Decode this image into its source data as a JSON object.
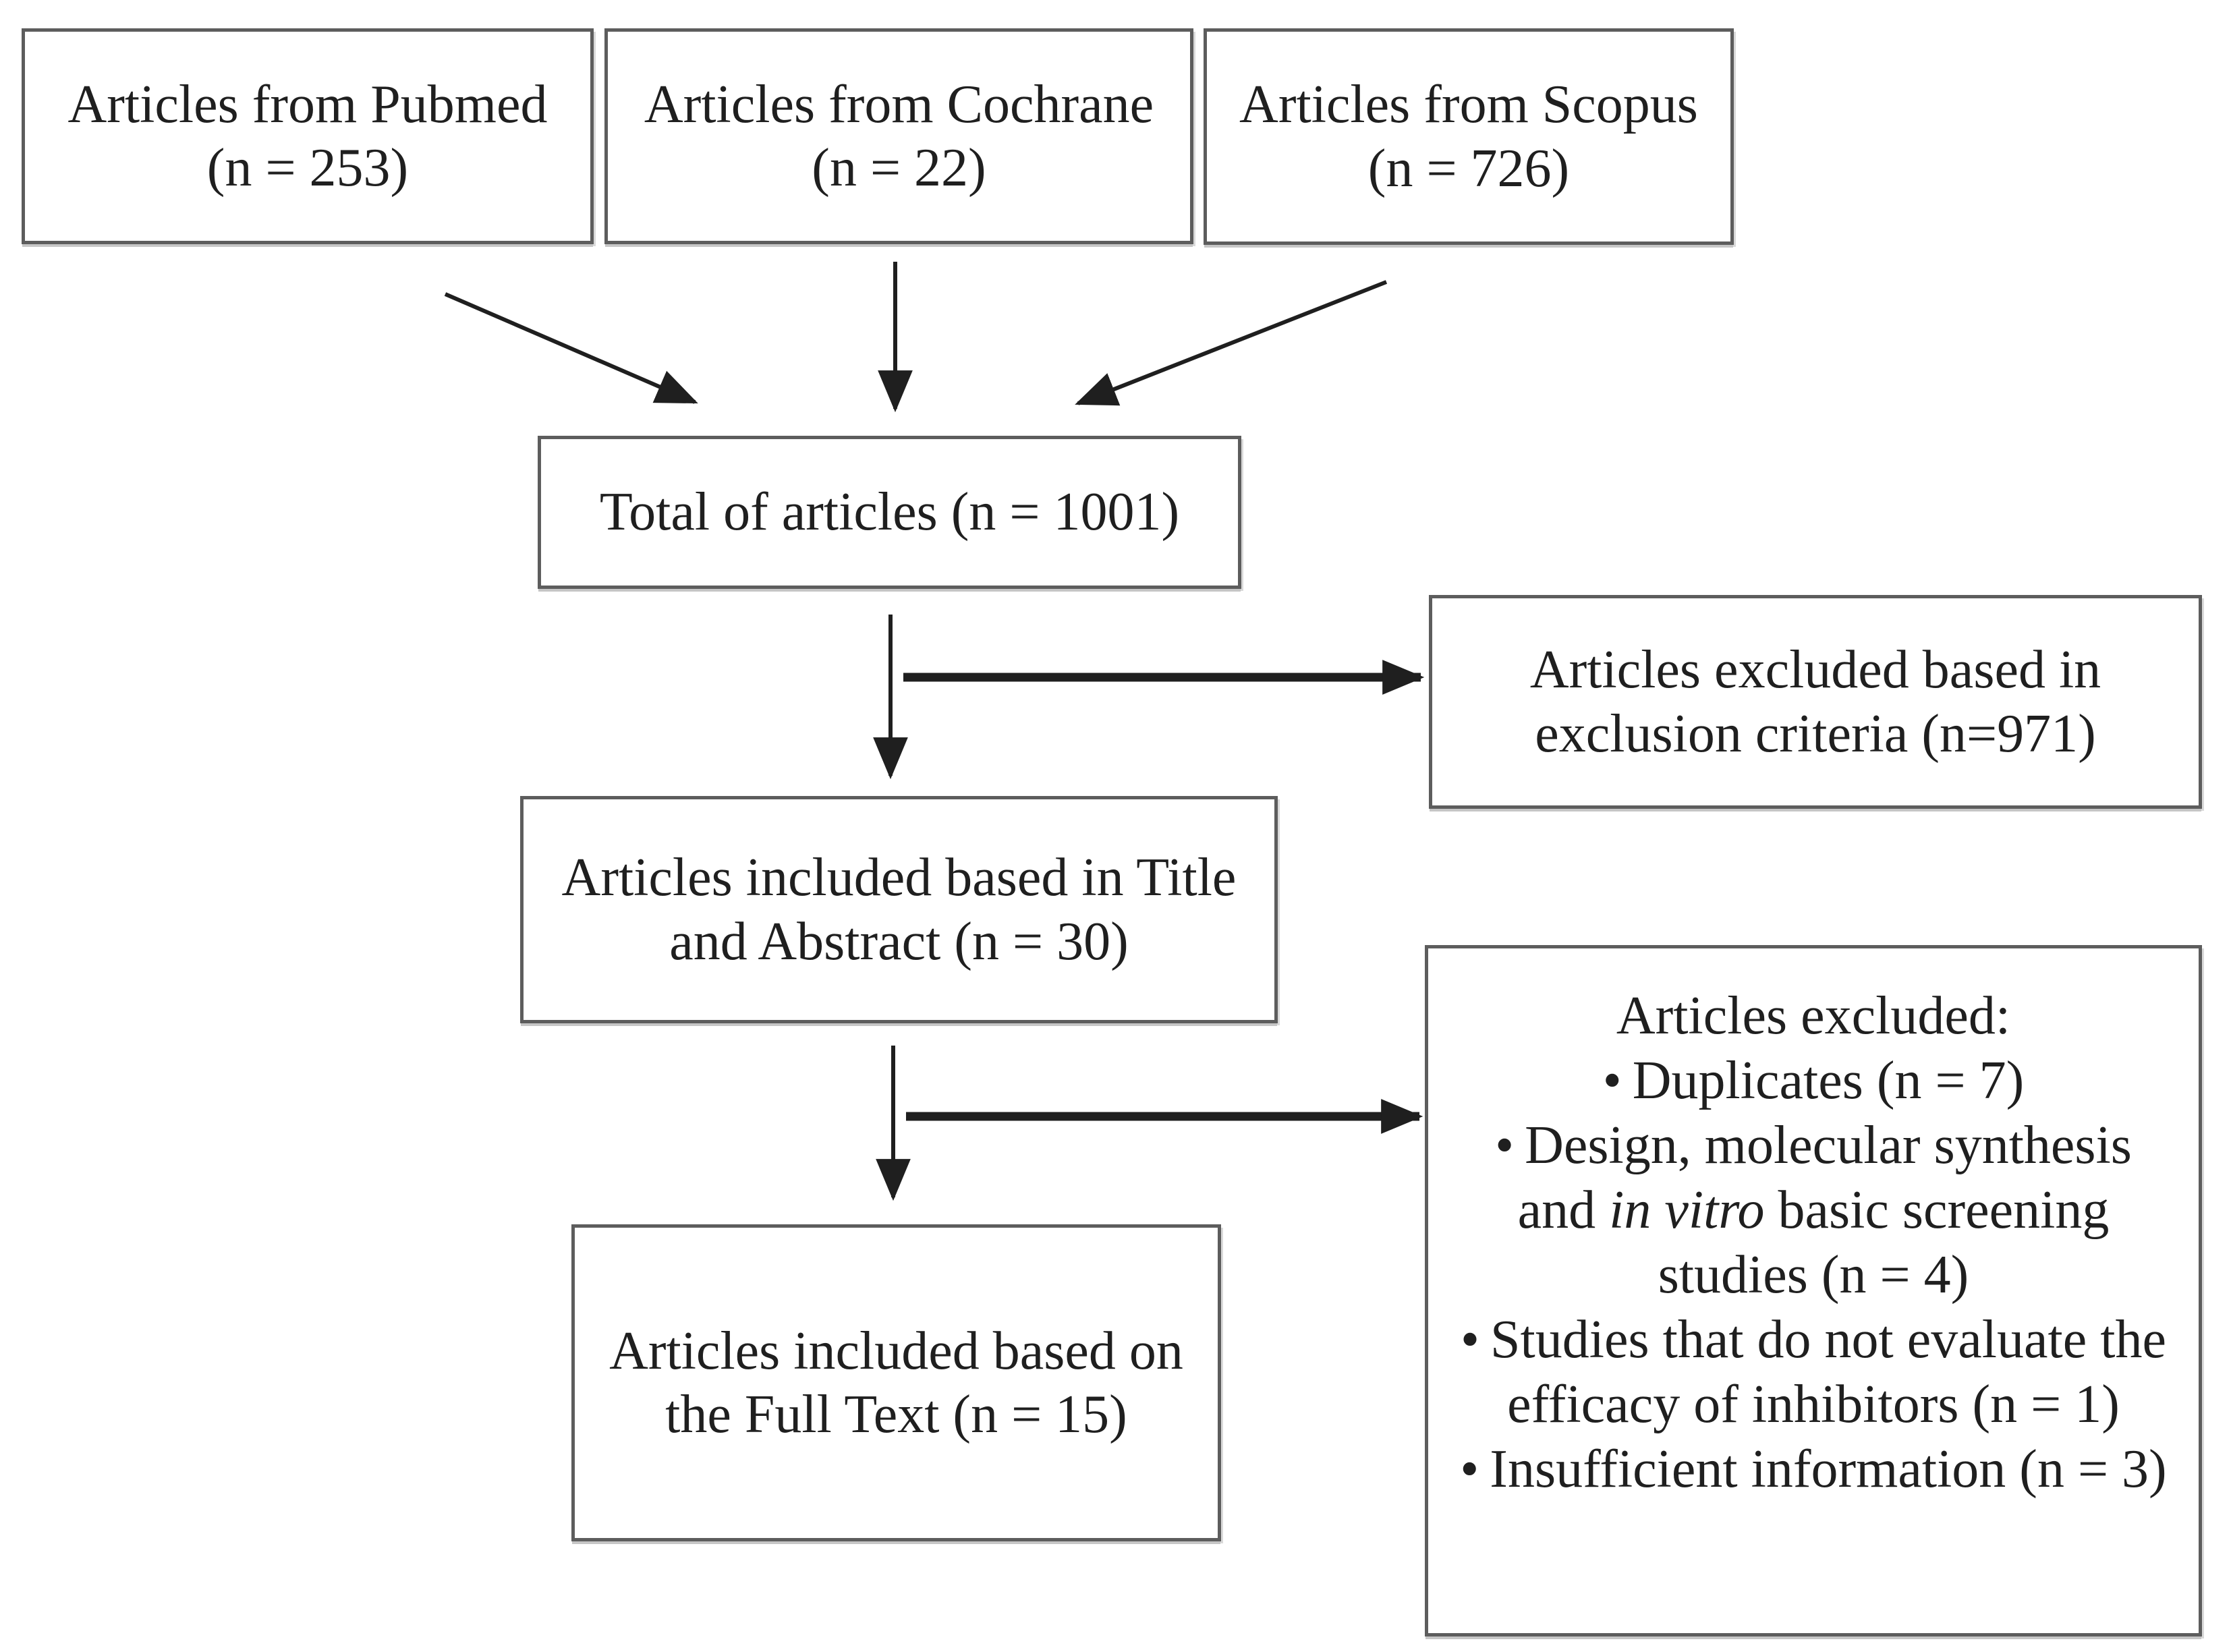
{
  "figure": {
    "type": "prisma-flow-diagram",
    "background_color": "#ffffff",
    "box_border_color": "#5d5d5d",
    "arrow_color": "#1f1f1f",
    "text_color": "#1f1f1f",
    "bullet_glyph": "•"
  },
  "boxes": {
    "pubmed": {
      "line1": "Articles from Pubmed",
      "line2": "(n = 253)"
    },
    "cochrane": {
      "line1": "Articles from Cochrane",
      "line2": "(n = 22)"
    },
    "scopus": {
      "line1": "Articles from Scopus",
      "line2": "(n = 726)"
    },
    "total": {
      "line1": "Total of articles (n = 1001)"
    },
    "excluded_screening": {
      "line1": "Articles excluded based in",
      "line2": "exclusion criteria (n=971)"
    },
    "included_title_abstract": {
      "line1": "Articles included based in Title",
      "line2": "and Abstract (n = 30)"
    },
    "included_full_text": {
      "line1": "Articles included based on",
      "line2": "the Full Text (n = 15)"
    },
    "excluded_full_text": {
      "title": "Articles excluded:",
      "bullet_duplicates": "Duplicates (n = 7)",
      "bullet_design_pre": "Design, molecular synthesis and ",
      "bullet_design_italic": "in vitro",
      "bullet_design_post": " basic screening studies (n = 4)",
      "bullet_no_efficacy": "Studies that do not evaluate the efficacy of inhibitors (n = 1)",
      "bullet_insufficient": "Insufficient information (n = 3)"
    }
  }
}
